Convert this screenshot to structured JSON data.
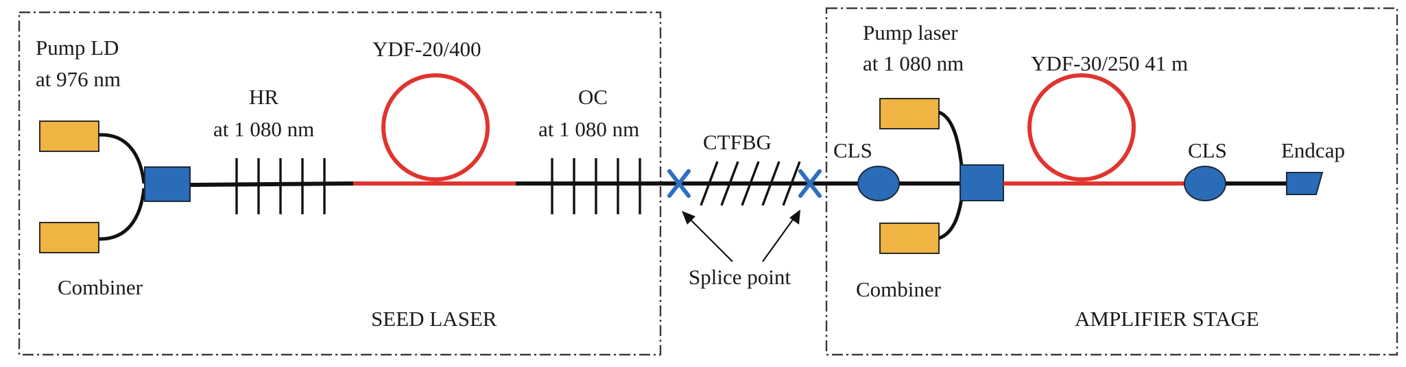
{
  "seed": {
    "pump_label_line1": "Pump LD",
    "pump_label_line2": "at 976 nm",
    "combiner_label": "Combiner",
    "hr_label_line1": "HR",
    "hr_label_line2": "at 1 080 nm",
    "ydf_label": "YDF-20/400",
    "oc_label_line1": "OC",
    "oc_label_line2": "at 1 080 nm",
    "section_label": "SEED LASER"
  },
  "middle": {
    "ctfbg_label": "CTFBG",
    "splice_label": "Splice point"
  },
  "amp": {
    "pump_label_line1": "Pump laser",
    "pump_label_line2": "at 1 080 nm",
    "ydf_label": "YDF-30/250 41 m",
    "cls_left_label": "CLS",
    "cls_right_label": "CLS",
    "endcap_label": "Endcap",
    "combiner_label": "Combiner",
    "section_label": "AMPLIFIER STAGE"
  },
  "colors": {
    "pump": "#efb441",
    "component_blue": "#2b6cb8",
    "active_fiber": "#e0342f",
    "passive_fiber": "#111111"
  }
}
